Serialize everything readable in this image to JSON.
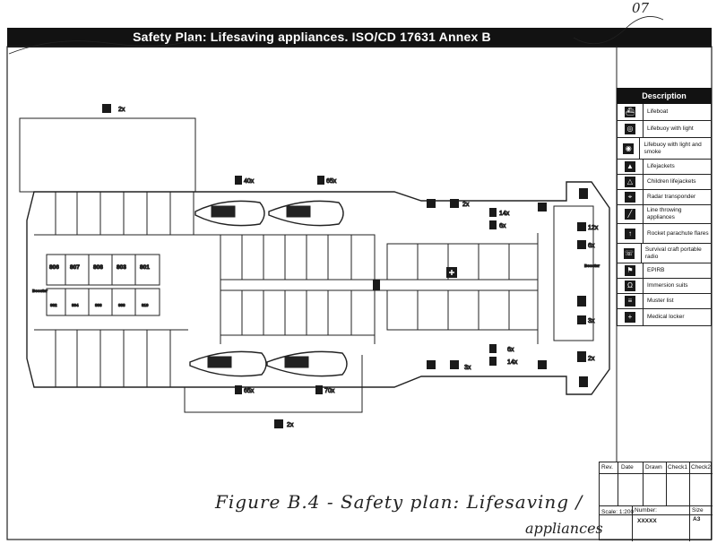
{
  "page_number": "07",
  "title": "Safety Plan:  Lifesaving appliances.  ISO/CD 17631 Annex B",
  "legend": {
    "header": "Description",
    "items": [
      {
        "label": "Lifeboat",
        "icon": "lifeboat-icon"
      },
      {
        "label": "Lifebuoy with light",
        "icon": "lifebuoy-light-icon"
      },
      {
        "label": "Lifebuoy with light and smoke",
        "icon": "lifebuoy-smoke-icon"
      },
      {
        "label": "Lifejackets",
        "icon": "lifejacket-icon"
      },
      {
        "label": "Children lifejackets",
        "icon": "child-lifejacket-icon"
      },
      {
        "label": "Radar transponder",
        "icon": "radar-transponder-icon"
      },
      {
        "label": "Line throwing appliances",
        "icon": "line-throwing-icon"
      },
      {
        "label": "Rocket parachute flares",
        "icon": "rocket-flare-icon"
      },
      {
        "label": "Survival craft portable radio",
        "icon": "portable-radio-icon"
      },
      {
        "label": "EPIRB",
        "icon": "epirb-icon"
      },
      {
        "label": "Immersion suits",
        "icon": "immersion-suit-icon"
      },
      {
        "label": "Muster list",
        "icon": "muster-list-icon"
      },
      {
        "label": "Medical locker",
        "icon": "medical-locker-icon"
      }
    ]
  },
  "rooms_upper": [
    "806",
    "807",
    "808",
    "803",
    "801"
  ],
  "rooms_lower": [
    "802",
    "804",
    "806",
    "808",
    "810"
  ],
  "booster": [
    "Booster",
    "Booster"
  ],
  "counts": {
    "c2x_top": "2x",
    "c40x": "40x",
    "c65x_top": "65x",
    "c2x_mid": "2x",
    "c14x_top": "14x",
    "c6x_top": "6x",
    "c12x": "12x",
    "c6x_right": "6x",
    "c3x_right": "3x",
    "c6x_bot": "6x",
    "c14x_bot": "14x",
    "c3x_bot": "3x",
    "c2x_right": "2x",
    "c65x_bot": "65x",
    "c70x": "70x",
    "c2x_bottom": "2x"
  },
  "title_block": {
    "headers": [
      "Rev.",
      "Date",
      "Drawn",
      "Check1",
      "Check2"
    ],
    "scale": "Scale: 1:200",
    "number_label": "Number:",
    "number": "XXXXX",
    "size_label": "Size",
    "size": "A3"
  },
  "caption": "Figure  B.4 - Safety plan: Lifesaving /",
  "caption_cont": "appliances"
}
